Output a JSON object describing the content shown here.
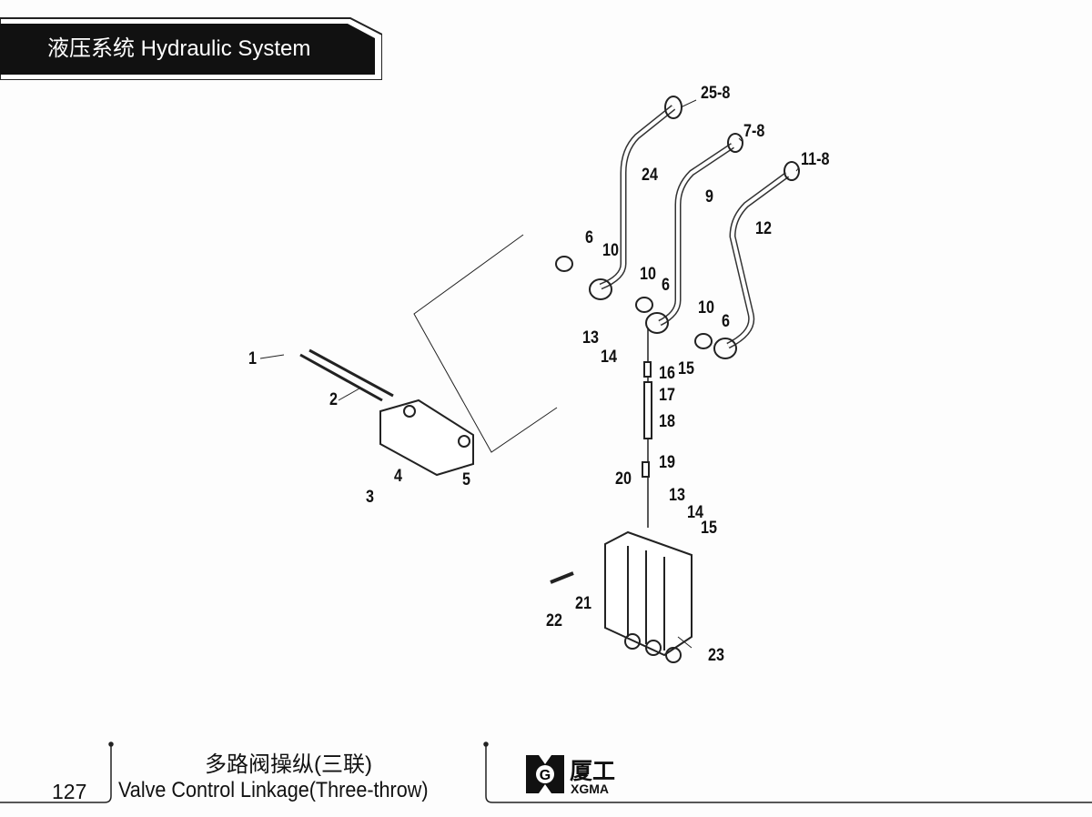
{
  "header": {
    "title": "液压系统  Hydraulic System"
  },
  "diagram": {
    "callouts": [
      "25-8",
      "7-8",
      "11-8",
      "24",
      "9",
      "12",
      "6",
      "10",
      "10",
      "6",
      "10",
      "6",
      "13",
      "14",
      "15",
      "16",
      "17",
      "18",
      "19",
      "20",
      "1",
      "2",
      "3",
      "4",
      "5",
      "13",
      "14",
      "15",
      "21",
      "22",
      "23"
    ]
  },
  "footer": {
    "page_number": "127",
    "title_cn": "多路阀操纵(三联)",
    "title_en": "Valve Control Linkage(Three-throw)",
    "logo_cn": "厦工",
    "logo_en": "XGMA"
  }
}
